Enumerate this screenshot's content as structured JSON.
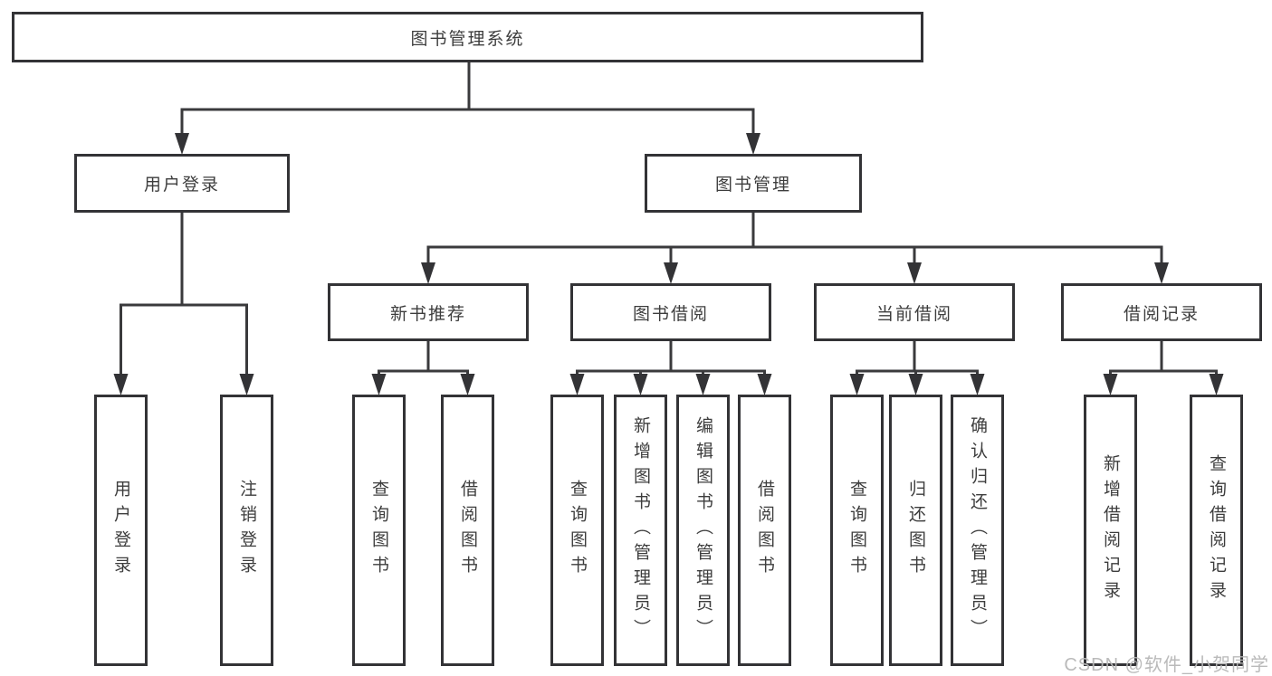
{
  "diagram": {
    "root": {
      "label": "图书管理系统"
    },
    "branches": [
      {
        "label": "用户登录",
        "children": [
          {
            "label": "用户登录"
          },
          {
            "label": "注销登录"
          }
        ]
      },
      {
        "label": "图书管理",
        "children": [
          {
            "label": "新书推荐",
            "children": [
              {
                "label": "查询图书"
              },
              {
                "label": "借阅图书"
              }
            ]
          },
          {
            "label": "图书借阅",
            "children": [
              {
                "label": "查询图书"
              },
              {
                "label": "新增图书（管理员）"
              },
              {
                "label": "编辑图书（管理员）"
              },
              {
                "label": "借阅图书"
              }
            ]
          },
          {
            "label": "当前借阅",
            "children": [
              {
                "label": "查询图书"
              },
              {
                "label": "归还图书"
              },
              {
                "label": "确认归还（管理员）"
              }
            ]
          },
          {
            "label": "借阅记录",
            "children": [
              {
                "label": "新增借阅记录"
              },
              {
                "label": "查询借阅记录"
              }
            ]
          }
        ]
      }
    ]
  },
  "watermark": {
    "text": "CSDN @软件_小贺同学"
  },
  "colors": {
    "line": "#3a3a3c",
    "border": "#333336",
    "text": "#3d3d3d",
    "watermark": "#b6b6b6",
    "background": "#ffffff"
  }
}
